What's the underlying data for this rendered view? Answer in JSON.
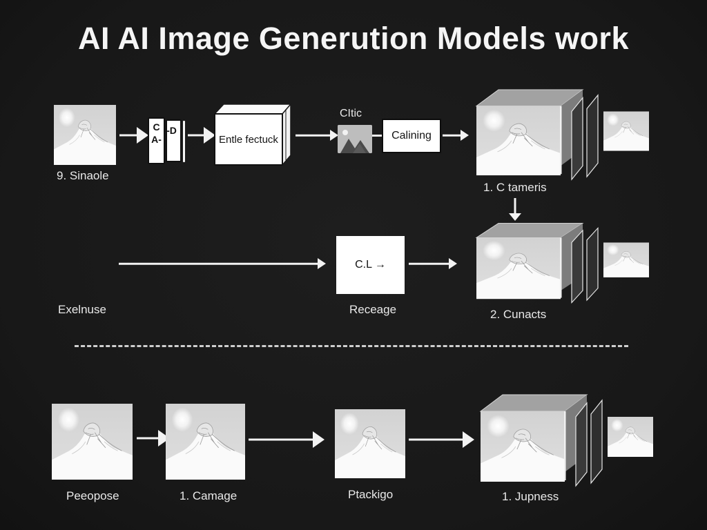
{
  "title": "AI AI Image Generution Models work",
  "colors": {
    "background": "#1a1a1a",
    "text": "#f2f2f2",
    "surface": "#ffffff",
    "image_sky": "#d6d6d6",
    "stack_panel": "#333333"
  },
  "row1": {
    "input_image_caption": "9. Sinaole",
    "token_box": {
      "top": "C",
      "bottom": "A-",
      "right": "-D"
    },
    "encoder_box_label": "Entle fectuck",
    "thumb_caption": "CItic",
    "process_box_label": "Calining",
    "output_caption": "1. C tameris"
  },
  "row2": {
    "left_caption": "Exelnuse",
    "process_box_label": "C.L →",
    "process_caption": "Receage",
    "output_caption": "2. Cunacts"
  },
  "row3": {
    "step1_caption": "Peeopose",
    "step2_caption": "1. Camage",
    "step3_caption": "Ptackigo",
    "step4_caption": "1. Jupness"
  }
}
